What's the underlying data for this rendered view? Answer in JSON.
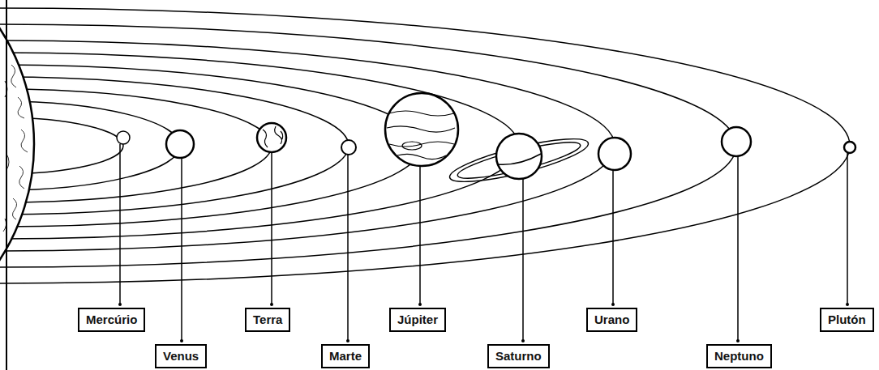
{
  "diagram": {
    "nodes": [
      {
        "text": [
          "Mercúrio"
        ]
      },
      {
        "text": [
          "Venus"
        ]
      },
      {
        "text": [
          "Terra"
        ]
      },
      {
        "text": [
          "Marte"
        ]
      },
      {
        "text": [
          "Júpiter"
        ]
      },
      {
        "text": [
          "Saturno"
        ]
      },
      {
        "text": [
          "Urano"
        ]
      },
      {
        "text": [
          "Neptuno"
        ]
      },
      {
        "text": [
          "Plutón"
        ]
      }
    ]
  }
}
